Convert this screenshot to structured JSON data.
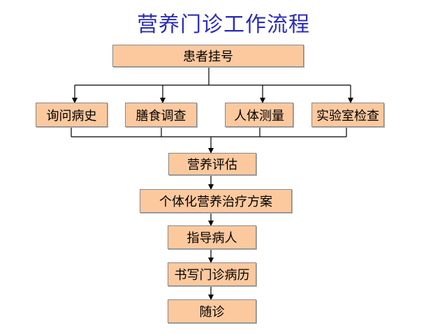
{
  "title": "营养门诊工作流程",
  "colors": {
    "title": "#2b2bbd",
    "box_fill": "#fcc99f",
    "box_border": "#888888",
    "connector": "#000000"
  },
  "steps": {
    "registration": "患者挂号",
    "history": "询问病史",
    "diet_survey": "膳食调查",
    "body_measurement": "人体测量",
    "lab_tests": "实验室检查",
    "assessment": "营养评估",
    "plan": "个体化营养治疗方案",
    "guidance": "指导病人",
    "records": "书写门诊病历",
    "follow_up": "随诊"
  }
}
